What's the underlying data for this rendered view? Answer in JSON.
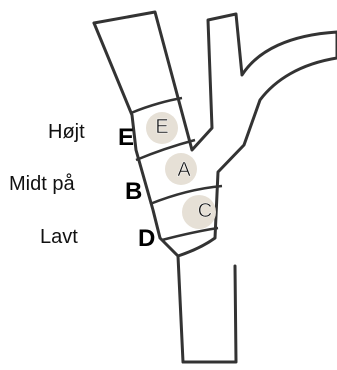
{
  "levels": {
    "high": "Højt",
    "mid": "Midt på",
    "low": "Lavt"
  },
  "boundary_letters": {
    "top": "E",
    "middle": "B",
    "bottom": "D"
  },
  "zone_letters": {
    "top": "E",
    "middle": "A",
    "bottom": "C"
  },
  "colors": {
    "outline": "#333333",
    "fill": "#ffffff",
    "highlight": "#e6e0d6"
  }
}
